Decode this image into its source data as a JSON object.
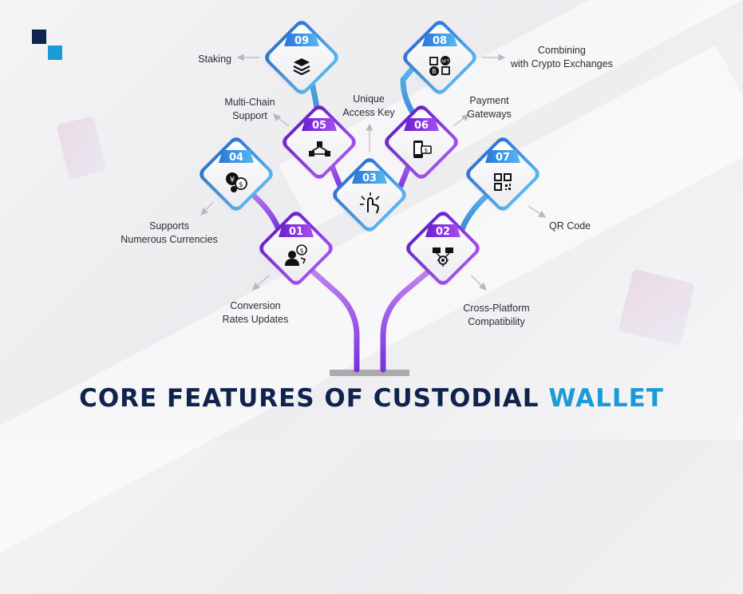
{
  "title": {
    "main": "CORE FEATURES OF CUSTODIAL",
    "highlight": "WALLET"
  },
  "colors": {
    "navy": "#10234d",
    "blue": "#1b9ad8",
    "purple": "#8a2be2",
    "lilac": "#c39bf0"
  },
  "features": [
    {
      "num": "01",
      "label_lines": [
        "Conversion",
        "Rates Updates"
      ],
      "icon": "user-dollar-icon"
    },
    {
      "num": "02",
      "label_lines": [
        "Cross-Platform",
        "Compatibility"
      ],
      "icon": "network-computers-icon"
    },
    {
      "num": "03",
      "label_lines": [
        "Unique",
        "Access Key"
      ],
      "icon": "touch-access-icon"
    },
    {
      "num": "04",
      "label_lines": [
        "Supports",
        "Numerous Currencies"
      ],
      "icon": "currency-coins-icon"
    },
    {
      "num": "05",
      "label_lines": [
        "Multi-Chain",
        "Support"
      ],
      "icon": "blockchain-cubes-icon"
    },
    {
      "num": "06",
      "label_lines": [
        "Payment",
        "Gateways"
      ],
      "icon": "mobile-payment-icon"
    },
    {
      "num": "07",
      "label_lines": [
        "QR Code"
      ],
      "icon": "qr-code-icon"
    },
    {
      "num": "08",
      "label_lines": [
        "Combining",
        "with Crypto Exchanges"
      ],
      "icon": "exchange-icon"
    },
    {
      "num": "09",
      "label_lines": [
        "Staking"
      ],
      "icon": "stack-layers-icon"
    }
  ]
}
